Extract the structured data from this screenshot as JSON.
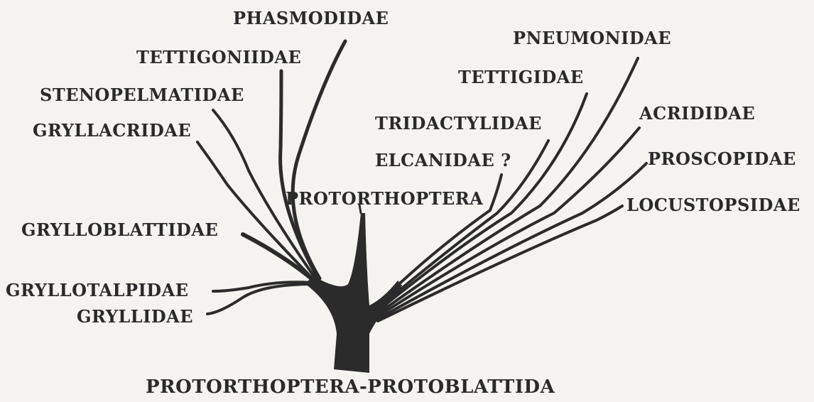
{
  "diagram": {
    "root_label": "PROTORTHOPTERA-PROTOBLATTIDA",
    "center_label": "PROTORTHOPTERA",
    "left_branches": [
      "PHASMODIDAE",
      "TETTIGONIIDAE",
      "STENOPELMATIDAE",
      "GRYLLACRIDAE",
      "GRYLLOBLATTIDAE",
      "GRYLLOTALPIDAE",
      "GRYLLIDAE"
    ],
    "right_branches": [
      "PNEUMONIDAE",
      "TETTIGIDAE",
      "TRIDACTYLIDAE",
      "ELCANIDAE ?",
      "ACRIDIDAE",
      "PROSCOPIDAE",
      "LOCUSTOPSIDAE"
    ],
    "colors": {
      "ink": "#2b2b2b",
      "background": "#f4f3ef"
    }
  }
}
